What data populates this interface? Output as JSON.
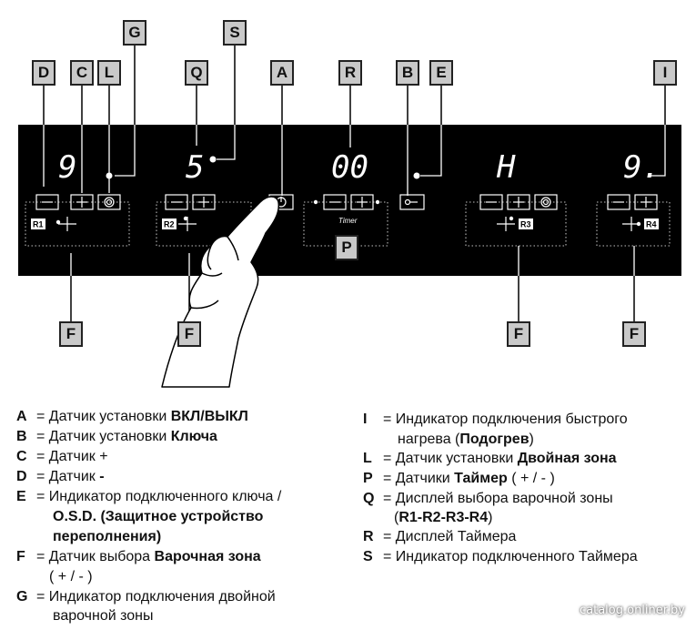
{
  "callouts": [
    "A",
    "B",
    "C",
    "D",
    "E",
    "F",
    "G",
    "I",
    "L",
    "P",
    "Q",
    "R",
    "S"
  ],
  "panel": {
    "displays": {
      "zone1": "9",
      "zone2": "5",
      "timer": "00",
      "zone3": "H",
      "zone4": "9."
    },
    "zone_badges": [
      "R1",
      "R2",
      "R3",
      "R4"
    ],
    "timer_label": "Timer",
    "minus": "−",
    "plus": "+"
  },
  "legend": {
    "A": {
      "key": "A",
      "pre": "= Датчик установки ",
      "bold": "ВКЛ/ВЫКЛ",
      "post": ""
    },
    "B": {
      "key": "B",
      "pre": "= Датчик установки ",
      "bold": "Ключа",
      "post": ""
    },
    "C": {
      "key": "C",
      "pre": "= Датчик +",
      "bold": "",
      "post": ""
    },
    "D": {
      "key": "D",
      "pre": "= Датчик ",
      "bold": "-",
      "post": ""
    },
    "E": {
      "key": "E",
      "pre": "= Индикатор подключенного ключа /",
      "bold": "",
      "post": ""
    },
    "E2": "O.S.D. (Защитное устройство",
    "E3": "переполнения)",
    "F": {
      "key": "F",
      "pre": "= Датчик выбора ",
      "bold": "Варочная зона",
      "post": ""
    },
    "F2": "( + / - )",
    "G": {
      "key": "G",
      "pre": "= Индикатор подключения двойной",
      "bold": "",
      "post": ""
    },
    "G2": "варочной зоны",
    "I": {
      "key": "I",
      "pre": "= Индикатор подключения быстрого",
      "bold": "",
      "post": ""
    },
    "I2pre": "нагрева (",
    "I2bold": "Подогрев",
    "I2post": ")",
    "L": {
      "key": "L",
      "pre": "= Датчик установки ",
      "bold": "Двойная зона",
      "post": ""
    },
    "P": {
      "key": "P",
      "pre": "= Датчики ",
      "bold": "Таймер",
      "post": " ( + / - )"
    },
    "Q": {
      "key": "Q",
      "pre": "= Дисплей выбора варочной зоны",
      "bold": "",
      "post": ""
    },
    "Q2pre": "(",
    "Q2bold": "R1-R2-R3-R4",
    "Q2post": ")",
    "R": {
      "key": "R",
      "pre": "= Дисплей Таймера",
      "bold": "",
      "post": ""
    },
    "S": {
      "key": "S",
      "pre": "= Индикатор подключенного Таймера",
      "bold": "",
      "post": ""
    }
  },
  "watermark": "catalog.onliner.by"
}
